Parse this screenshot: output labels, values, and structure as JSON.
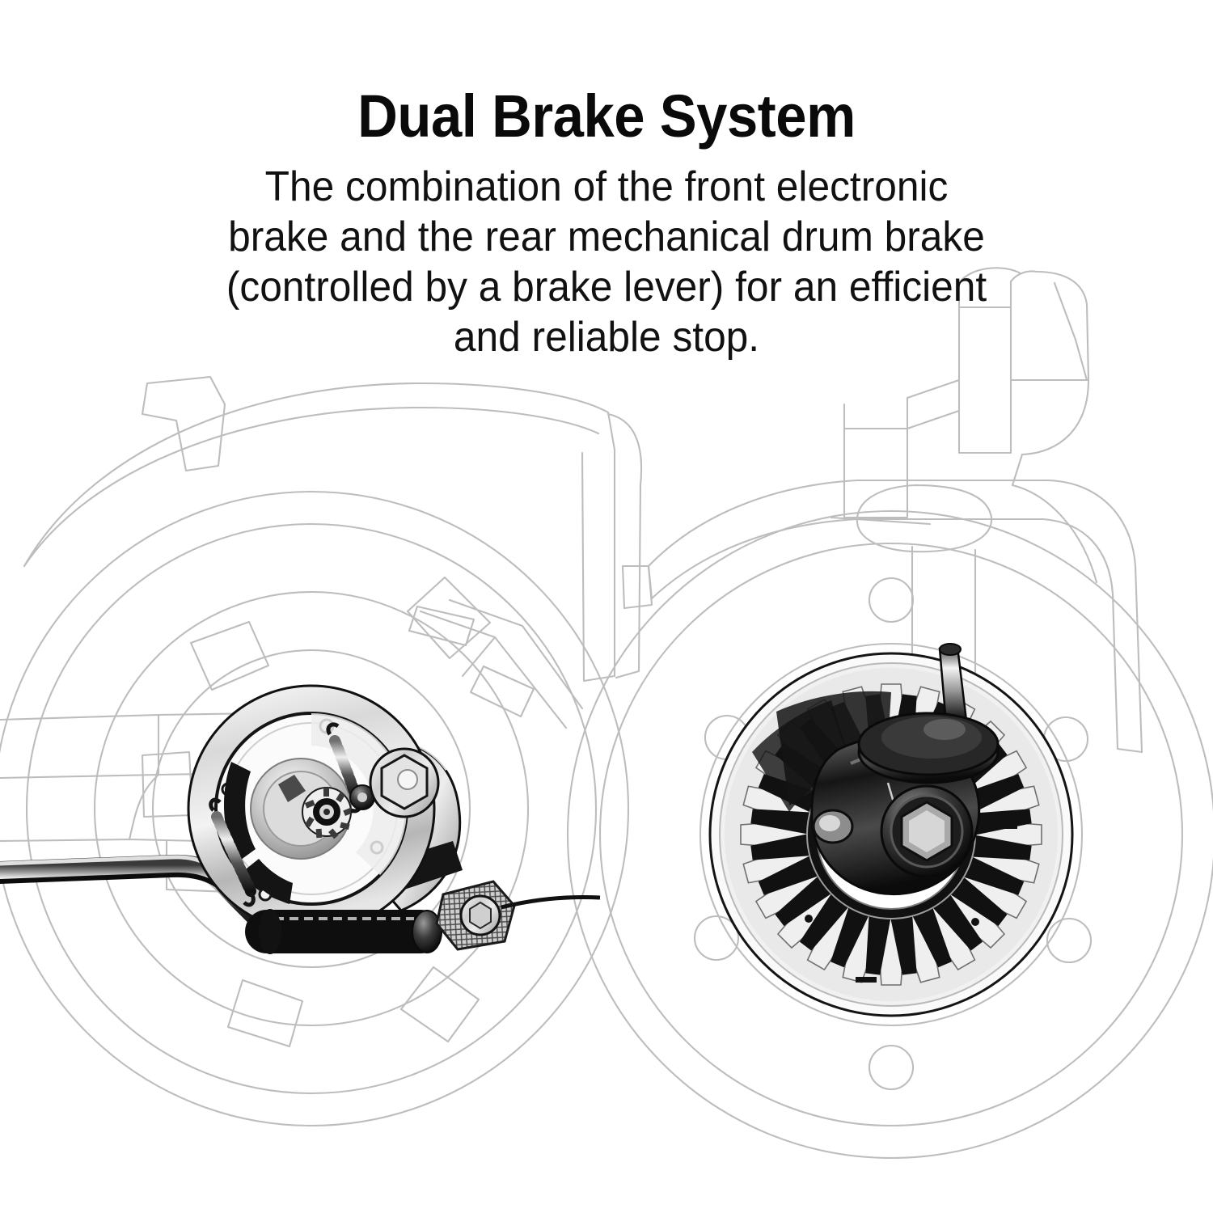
{
  "page": {
    "background_color": "#ffffff",
    "text_color": "#0a0a0a",
    "wireframe_line_color": "#b9b9b9",
    "part_shade_light": "#e8e8e8",
    "part_shade_mid": "#9a9a9a",
    "part_shade_dark": "#1a1a1a"
  },
  "heading": {
    "title": "Dual Brake System",
    "subtitle": "The combination of the front electronic\nbrake and the rear mechanical drum brake\n(controlled by a brake lever) for an efficient\nand reliable stop."
  },
  "illustration": {
    "caption_alt": "Cutaway line drawing of an electric scooter showing the rear mechanical drum brake on the left and the front electronic hub-motor brake on the right",
    "left_assembly": {
      "name": "rear-mechanical-drum-brake",
      "components": [
        "drum-brake-backing-plate",
        "brake-shoe-return-spring-upper",
        "brake-shoe-return-spring-lower",
        "splined-hub-cam",
        "brake-arm-lever",
        "hex-pivot-bolt",
        "brake-cable-housing-coil",
        "knurled-cable-adjuster-clamp",
        "cable-end-wire",
        "deck-tube"
      ]
    },
    "right_assembly": {
      "name": "front-electronic-brake-hub-motor",
      "components": [
        "hub-motor-stator-laminations",
        "copper-windings",
        "center-axle-shaft",
        "axle-hex-nut",
        "motor-mount-bracket",
        "outer-rotor-ring",
        "rim-bolt-holes",
        "fork-leg",
        "front-fender-outline",
        "tire-outline"
      ],
      "stator_teeth_count": 24,
      "rim_bolt_count": 6
    }
  }
}
